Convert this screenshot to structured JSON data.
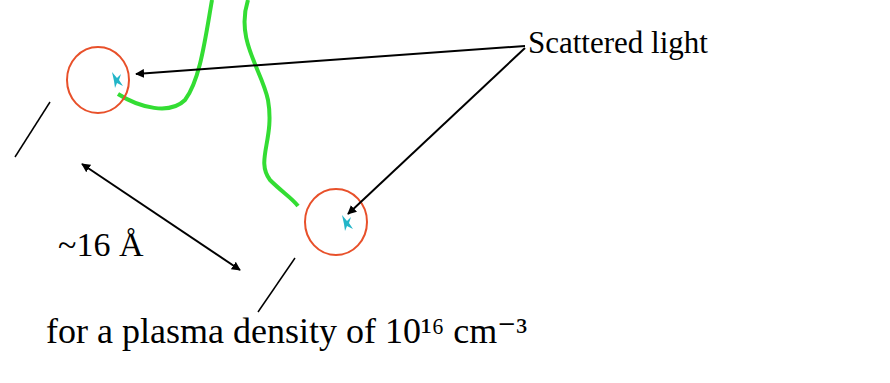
{
  "diagram": {
    "caption": "for a plasma density of 10¹⁶ cm⁻³",
    "labels": [
      "Scattered light",
      "~16 Å"
    ]
  }
}
